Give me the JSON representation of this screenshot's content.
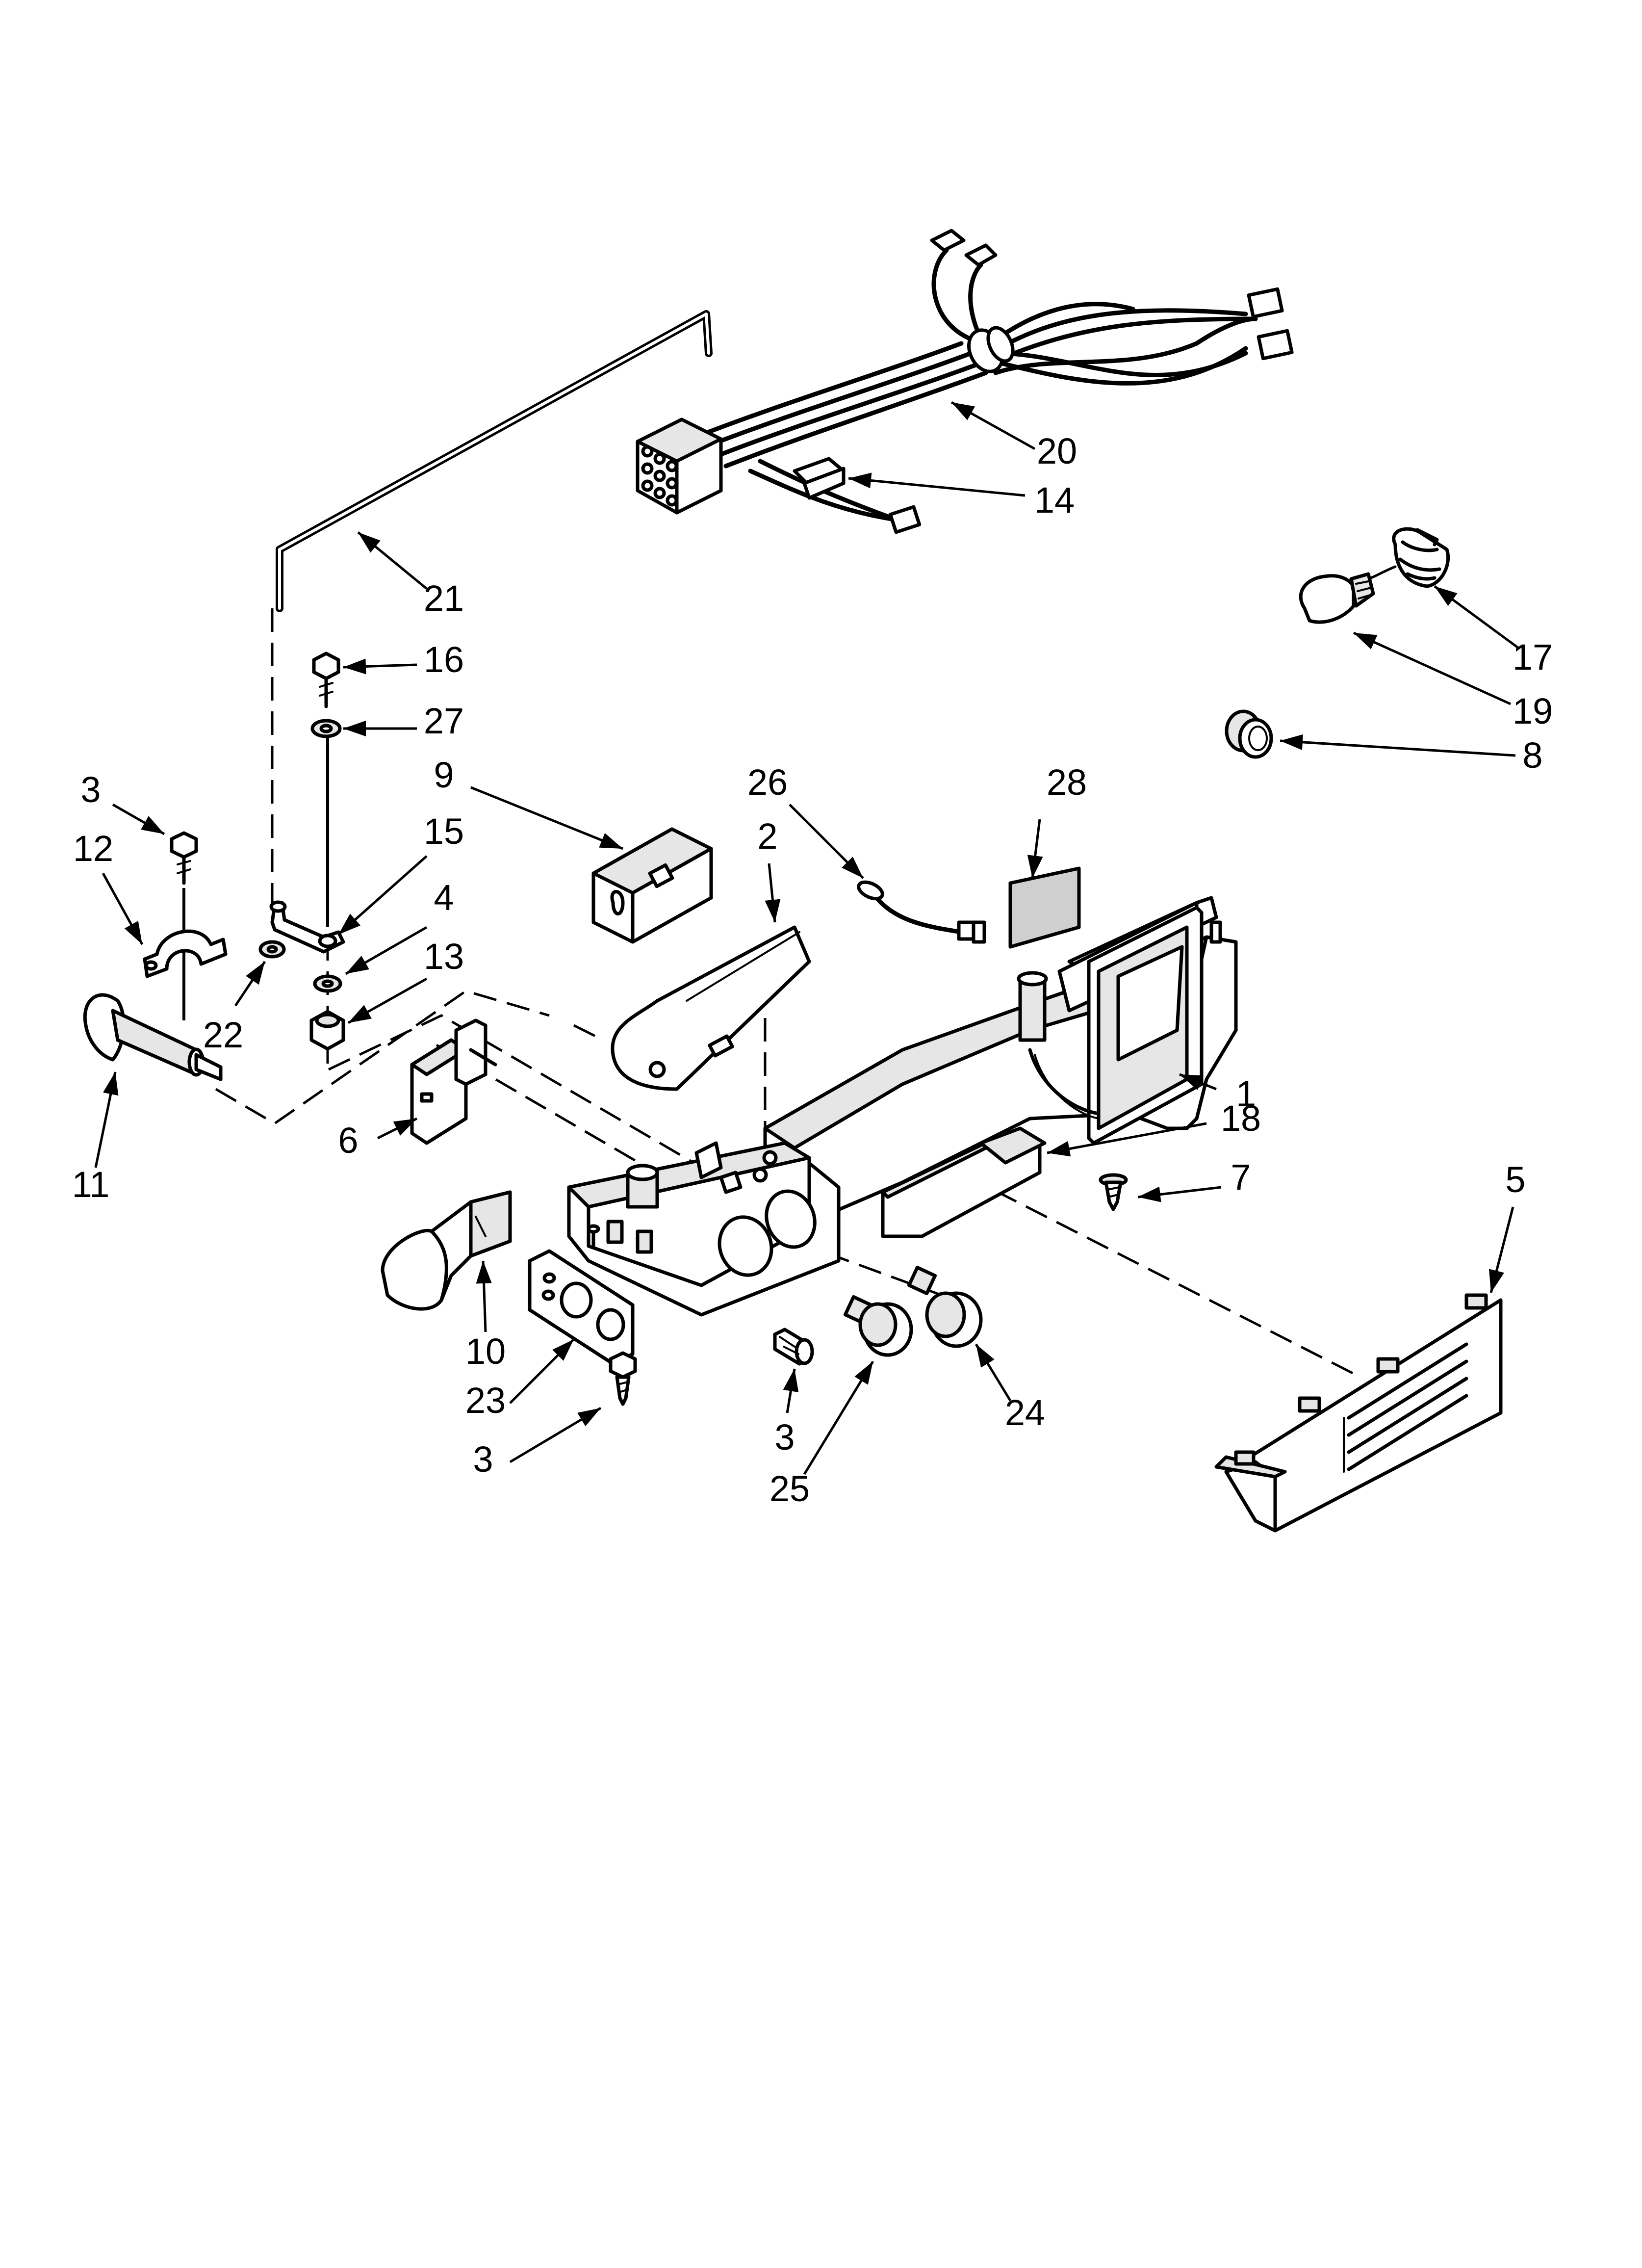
{
  "diagram": {
    "parts": [
      {
        "id": "p1",
        "icon": "dispenser-housing",
        "callout": {
          "label": "1"
        }
      },
      {
        "id": "p2",
        "icon": "insulation-pad",
        "callout": {
          "label": "2"
        }
      },
      {
        "id": "p3a",
        "icon": "screw",
        "callout": {
          "label": "3"
        }
      },
      {
        "id": "p3b",
        "icon": "screw",
        "callout": {
          "label": "3"
        }
      },
      {
        "id": "p3c",
        "icon": "screw",
        "callout": {
          "label": "3"
        }
      },
      {
        "id": "p4",
        "icon": "washer",
        "callout": {
          "label": "4"
        }
      },
      {
        "id": "p5",
        "icon": "grille-trim",
        "callout": {
          "label": "5"
        }
      },
      {
        "id": "p6",
        "icon": "switch",
        "callout": {
          "label": "6"
        }
      },
      {
        "id": "p7",
        "icon": "screw",
        "callout": {
          "label": "7"
        }
      },
      {
        "id": "p8",
        "icon": "plug",
        "callout": {
          "label": "8"
        }
      },
      {
        "id": "p9",
        "icon": "bracket",
        "callout": {
          "label": "9"
        }
      },
      {
        "id": "p10",
        "icon": "spring-clip",
        "callout": {
          "label": "10"
        }
      },
      {
        "id": "p11",
        "icon": "valve-shaft",
        "callout": {
          "label": "11"
        }
      },
      {
        "id": "p12",
        "icon": "clamp",
        "callout": {
          "label": "12"
        }
      },
      {
        "id": "p13",
        "icon": "nut",
        "callout": {
          "label": "13"
        }
      },
      {
        "id": "p14",
        "icon": "connector",
        "callout": {
          "label": "14"
        }
      },
      {
        "id": "p15",
        "icon": "lever",
        "callout": {
          "label": "15"
        }
      },
      {
        "id": "p16",
        "icon": "screw",
        "callout": {
          "label": "16"
        }
      },
      {
        "id": "p17",
        "icon": "lamp-socket",
        "callout": {
          "label": "17"
        }
      },
      {
        "id": "p18",
        "icon": "cover",
        "callout": {
          "label": "18"
        }
      },
      {
        "id": "p19",
        "icon": "light-bulb",
        "callout": {
          "label": "19"
        }
      },
      {
        "id": "p20",
        "icon": "wire-harness",
        "callout": {
          "label": "20"
        }
      },
      {
        "id": "p21",
        "icon": "rod",
        "callout": {
          "label": "21"
        }
      },
      {
        "id": "p22",
        "icon": "washer",
        "callout": {
          "label": "22"
        }
      },
      {
        "id": "p23",
        "icon": "label-plate",
        "callout": {
          "label": "23"
        }
      },
      {
        "id": "p24",
        "icon": "knob",
        "callout": {
          "label": "24"
        }
      },
      {
        "id": "p25",
        "icon": "knob",
        "callout": {
          "label": "25"
        }
      },
      {
        "id": "p26",
        "icon": "thermistor",
        "callout": {
          "label": "26"
        }
      },
      {
        "id": "p27",
        "icon": "washer",
        "callout": {
          "label": "27"
        }
      },
      {
        "id": "p28",
        "icon": "pad",
        "callout": {
          "label": "28"
        }
      }
    ]
  }
}
